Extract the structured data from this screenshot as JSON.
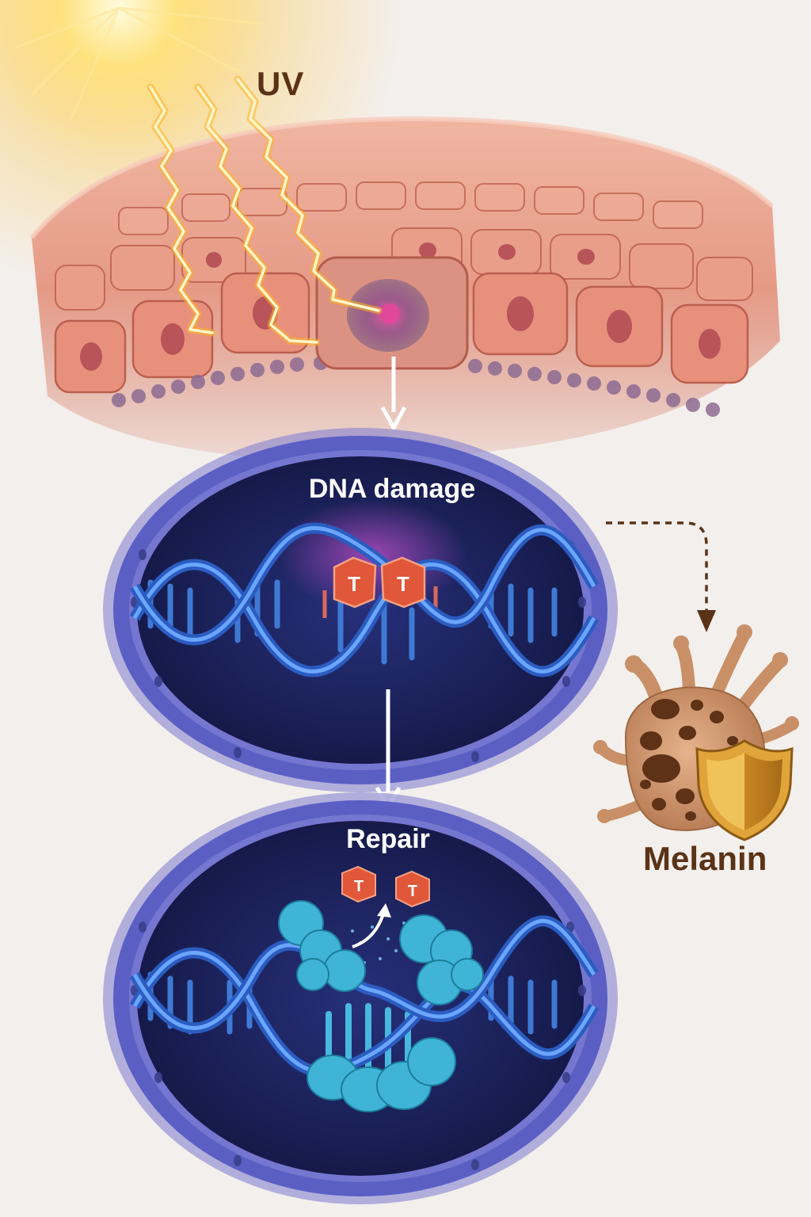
{
  "labels": {
    "uv": "UV",
    "dna_damage": "DNA damage",
    "repair": "Repair",
    "melanin": "Melanin"
  },
  "bases": {
    "damaged": [
      "T",
      "T"
    ],
    "excised": [
      "T",
      "T"
    ]
  },
  "colors": {
    "skin": "#e59a86",
    "skin_dark": "#c8705c",
    "nucleus_rim": "#5b5fc4",
    "nucleus_inner": "#1b2060",
    "dna": "#3d7be0",
    "dimer": "#e0573a",
    "repair_enzyme": "#3fb4d6",
    "melanocyte": "#c99068",
    "shield": "#d99a2c",
    "sun": "#ffd23a"
  }
}
